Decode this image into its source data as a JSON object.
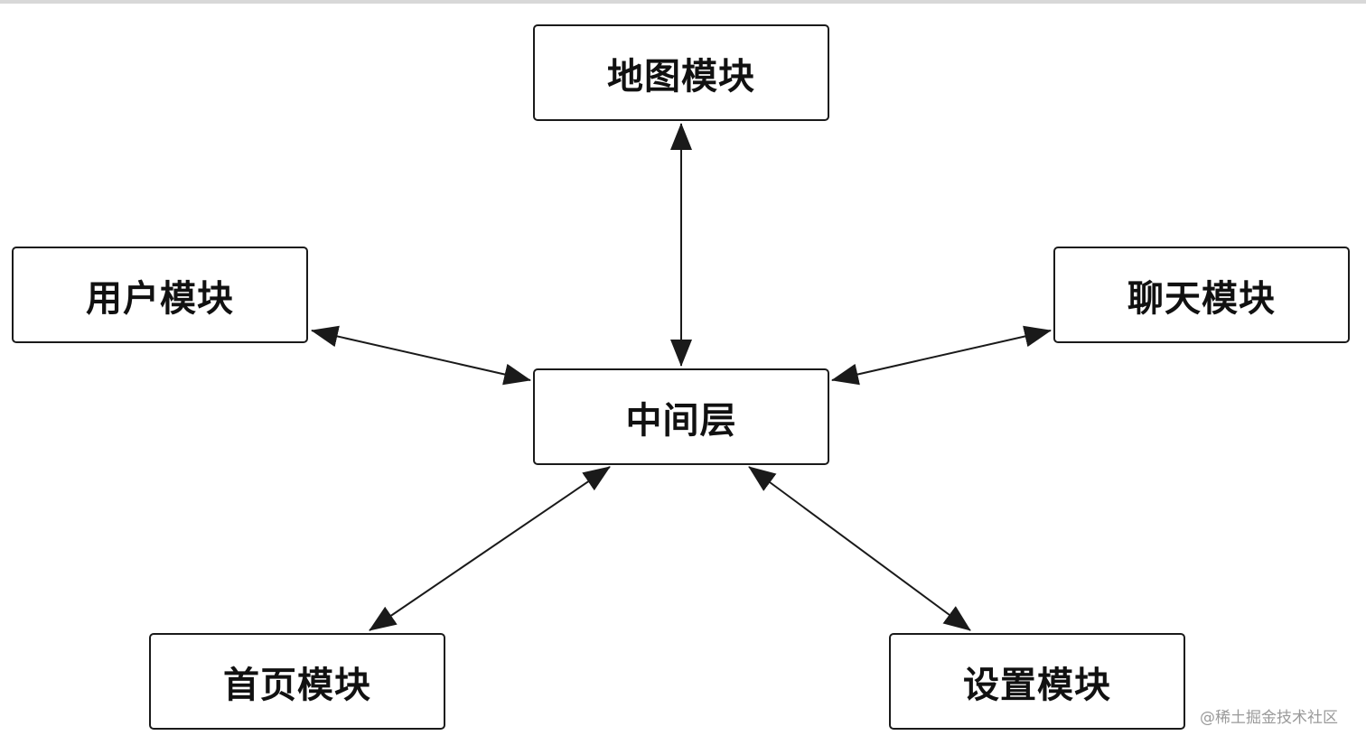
{
  "nodes": {
    "map": "地图模块",
    "user": "用户模块",
    "chat": "聊天模块",
    "middle": "中间层",
    "home": "首页模块",
    "settings": "设置模块"
  },
  "watermark": "@稀土掘金技术社区",
  "colors": {
    "stroke": "#1a1a1a",
    "background": "#ffffff",
    "watermark": "#9a9a9a"
  },
  "edges": [
    {
      "from": "middle",
      "to": "map",
      "direction": "both"
    },
    {
      "from": "middle",
      "to": "user",
      "direction": "both"
    },
    {
      "from": "middle",
      "to": "chat",
      "direction": "both"
    },
    {
      "from": "middle",
      "to": "home",
      "direction": "both"
    },
    {
      "from": "middle",
      "to": "settings",
      "direction": "both"
    }
  ]
}
